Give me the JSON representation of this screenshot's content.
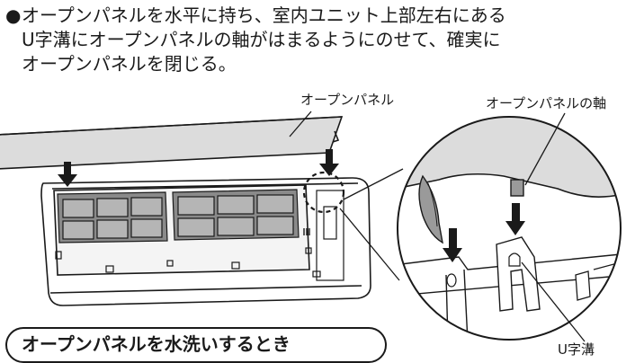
{
  "instruction": {
    "bullet": "●",
    "line1": "オープンパネルを水平に持ち、室内ユニット上部左右にある",
    "line2": "U字溝にオープンパネルの軸がはまるようにのせて、確実に",
    "line3": "オープンパネルを閉じる。"
  },
  "labels": {
    "open_panel": "オープンパネル",
    "panel_axis": "オープンパネルの軸",
    "u_groove": "U字溝"
  },
  "section_heading": "オープンパネルを水洗いするとき"
}
